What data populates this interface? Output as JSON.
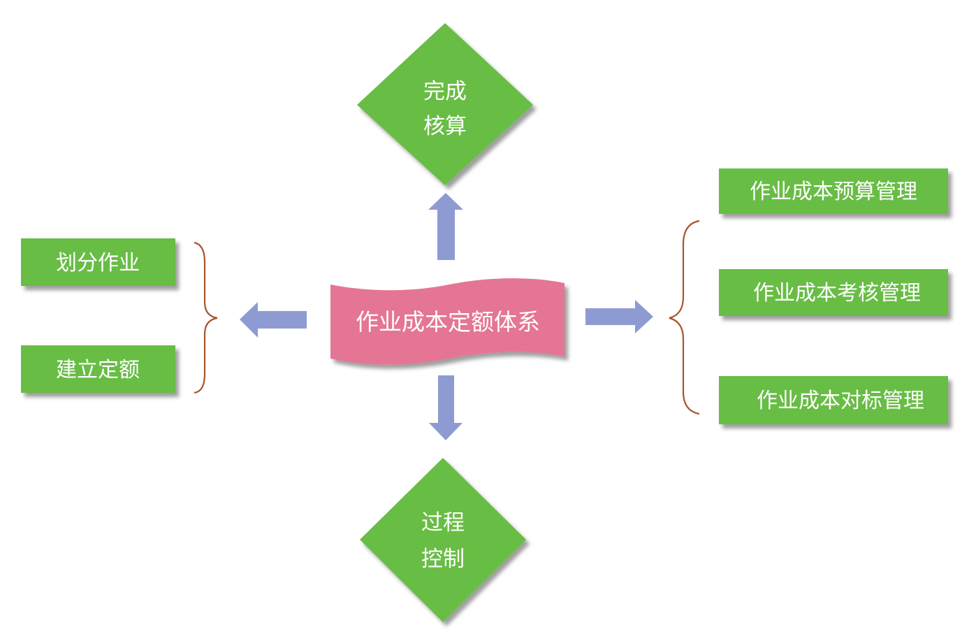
{
  "center": {
    "label": "作业成本定额体系"
  },
  "top_node": {
    "line1": "完成",
    "line2": "核算"
  },
  "bottom_node": {
    "line1": "过程",
    "line2": "控制"
  },
  "left_group": [
    {
      "label": "划分作业"
    },
    {
      "label": "建立定额"
    }
  ],
  "right_group": [
    {
      "label": "作业成本预算管理"
    },
    {
      "label": "作业成本考核管理"
    },
    {
      "label": "作业成本对标管理"
    }
  ],
  "colors": {
    "box_fill": "#67bd45",
    "center_fill": "#e57594",
    "arrow_fill": "#8e9bd3",
    "brace_stroke": "#a8552c",
    "label_text": "#ffffff"
  }
}
